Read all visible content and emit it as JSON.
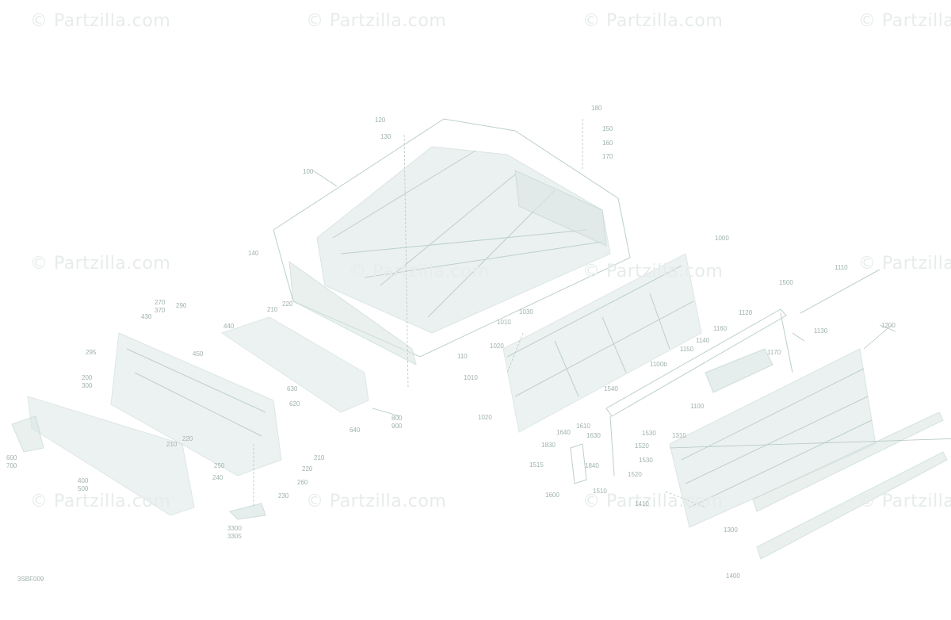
{
  "watermark": "© Partzilla.com",
  "diagram_code": "3SBF009",
  "callouts": [
    "100",
    "120",
    "130",
    "140",
    "210",
    "220",
    "180",
    "150",
    "160",
    "170",
    "1000",
    "1110",
    "1500",
    "1120",
    "1130",
    "1200",
    "270",
    "370",
    "290",
    "430",
    "440",
    "450",
    "295",
    "200",
    "300",
    "630",
    "620",
    "800",
    "900",
    "640",
    "1010",
    "1030",
    "1020",
    "110",
    "1020",
    "1010",
    "1160",
    "1140",
    "1150",
    "1100b",
    "1170",
    "1540",
    "1100",
    "600",
    "700",
    "400",
    "500",
    "210",
    "220",
    "250",
    "240",
    "210",
    "220",
    "230",
    "260",
    "3300",
    "3305",
    "1640",
    "1610",
    "1830",
    "1530",
    "1630",
    "1520",
    "1840",
    "1515",
    "1530",
    "1520",
    "1600",
    "1510",
    "1310",
    "1410",
    "1300",
    "1400"
  ]
}
